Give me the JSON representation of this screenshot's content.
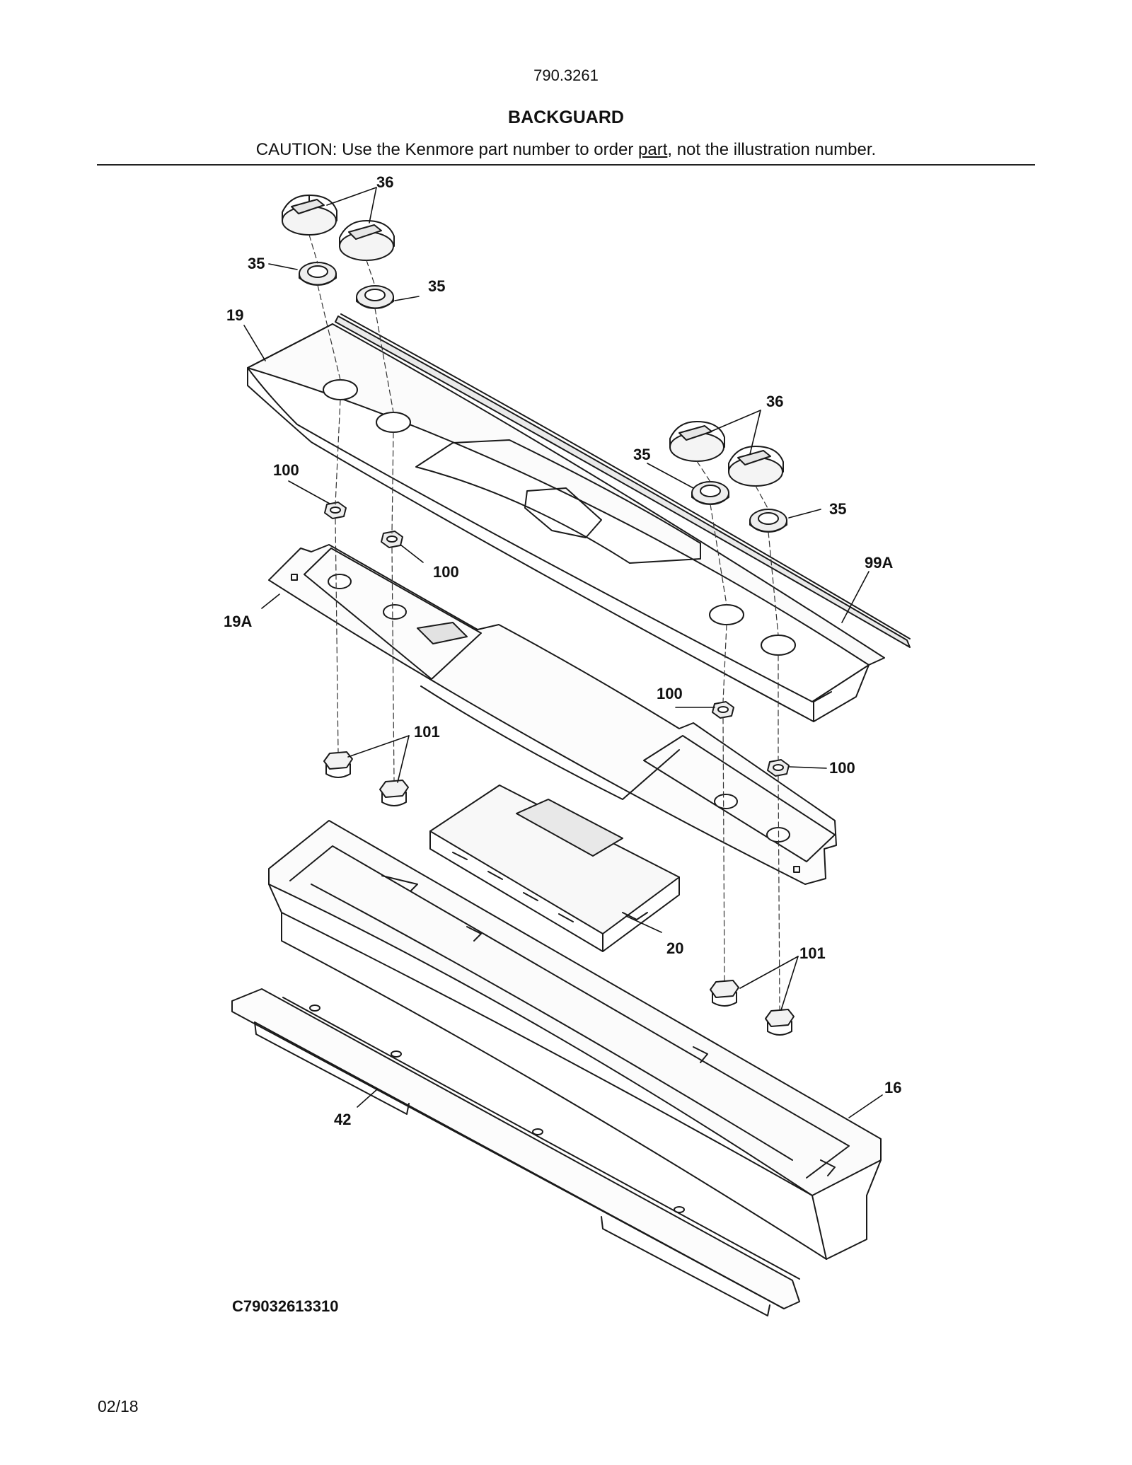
{
  "header": {
    "model_number": "790.3261",
    "section_title": "BACKGUARD",
    "caution_prefix": "CAUTION: Use the Kenmore part number to order ",
    "caution_link": "part",
    "caution_suffix": ", not the illustration number."
  },
  "callouts": {
    "knob_top": "36",
    "knob_right": "36",
    "bezel_top_left": "35",
    "bezel_top_right": "35",
    "bezel_right_1": "35",
    "bezel_right_2": "35",
    "console_panel": "19",
    "mounting_bracket": "19A",
    "washer_1": "100",
    "washer_2": "100",
    "washer_3": "100",
    "washer_4": "100",
    "nut_left": "101",
    "nut_right": "101",
    "trim_strip": "99A",
    "control_board": "20",
    "backguard_frame": "16",
    "lower_shield": "42"
  },
  "footer": {
    "diagram_code": "C79032613310",
    "date": "02/18"
  },
  "colors": {
    "line": "#1a1a1a",
    "rule": "#222222"
  }
}
